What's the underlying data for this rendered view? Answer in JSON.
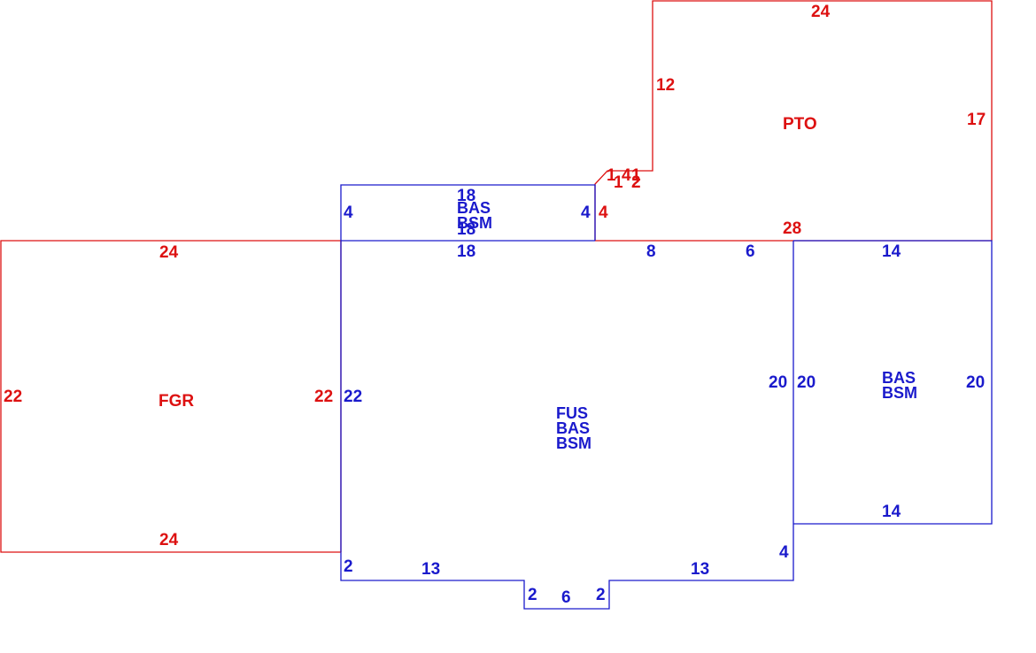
{
  "colors": {
    "red": "#dd1111",
    "blue": "#1a1acc"
  },
  "areas": {
    "fgr": {
      "code": "FGR"
    },
    "pto": {
      "code": "PTO"
    },
    "main": {
      "code1": "FUS",
      "code2": "BAS",
      "code3": "BSM"
    },
    "upper": {
      "code1": "BAS",
      "code2": "BSM"
    },
    "right": {
      "code1": "BAS",
      "code2": "BSM"
    }
  },
  "dims": {
    "pto_top": "24",
    "pto_left": "12",
    "pto_right": "17",
    "pto_bottom": "28",
    "pto_corner_a": "1",
    "pto_corner_b": "1",
    "pto_corner_c": "4",
    "pto_corner_d": "1",
    "pto_corner_e": "2",
    "pto_step": "4",
    "upper_top": "18",
    "upper_top2": "18",
    "upper_left": "4",
    "upper_right": "4",
    "upper_bottom": "18",
    "fgr_top": "24",
    "fgr_bottom": "24",
    "fgr_left": "22",
    "fgr_right": "22",
    "main_left": "22",
    "main_top_a": "8",
    "main_top_b": "6",
    "main_right": "20",
    "main_left_step": "2",
    "main_bottom_left": "13",
    "main_bottom_right": "13",
    "main_right_step": "4",
    "bay_left": "2",
    "bay_bottom": "6",
    "bay_right": "2",
    "right_top": "14",
    "right_left": "20",
    "right_right": "20",
    "right_bottom": "14"
  }
}
